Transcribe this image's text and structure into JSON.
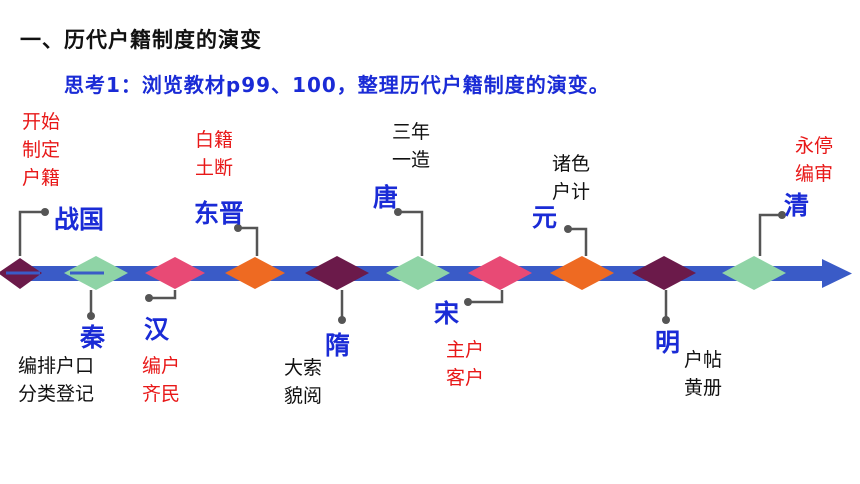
{
  "title": "一、历代户籍制度的演变",
  "subtitle": "思考1：浏览教材p99、100，整理历代户籍制度的演变。",
  "colors": {
    "accent": "#1a2bd6",
    "red": "#e81818",
    "arrow": "#3a5bc7"
  },
  "eras": {
    "zhanguo": "战国",
    "qin": "秦",
    "han": "汉",
    "dongjin": "东晋",
    "sui": "隋",
    "tang": "唐",
    "song": "宋",
    "yuan": "元",
    "ming": "明",
    "qing": "清"
  },
  "notes": {
    "zhanguo": "开始\n制定\n户籍",
    "qin": "编排户口\n分类登记",
    "han": "编户\n齐民",
    "dongjin": "白籍\n土断",
    "sui": "大索\n貌阅",
    "tang": "三年\n一造",
    "song": "主户\n客户",
    "yuan": "诸色\n户计",
    "ming": "户帖\n黄册",
    "qing": "永停\n编审"
  }
}
